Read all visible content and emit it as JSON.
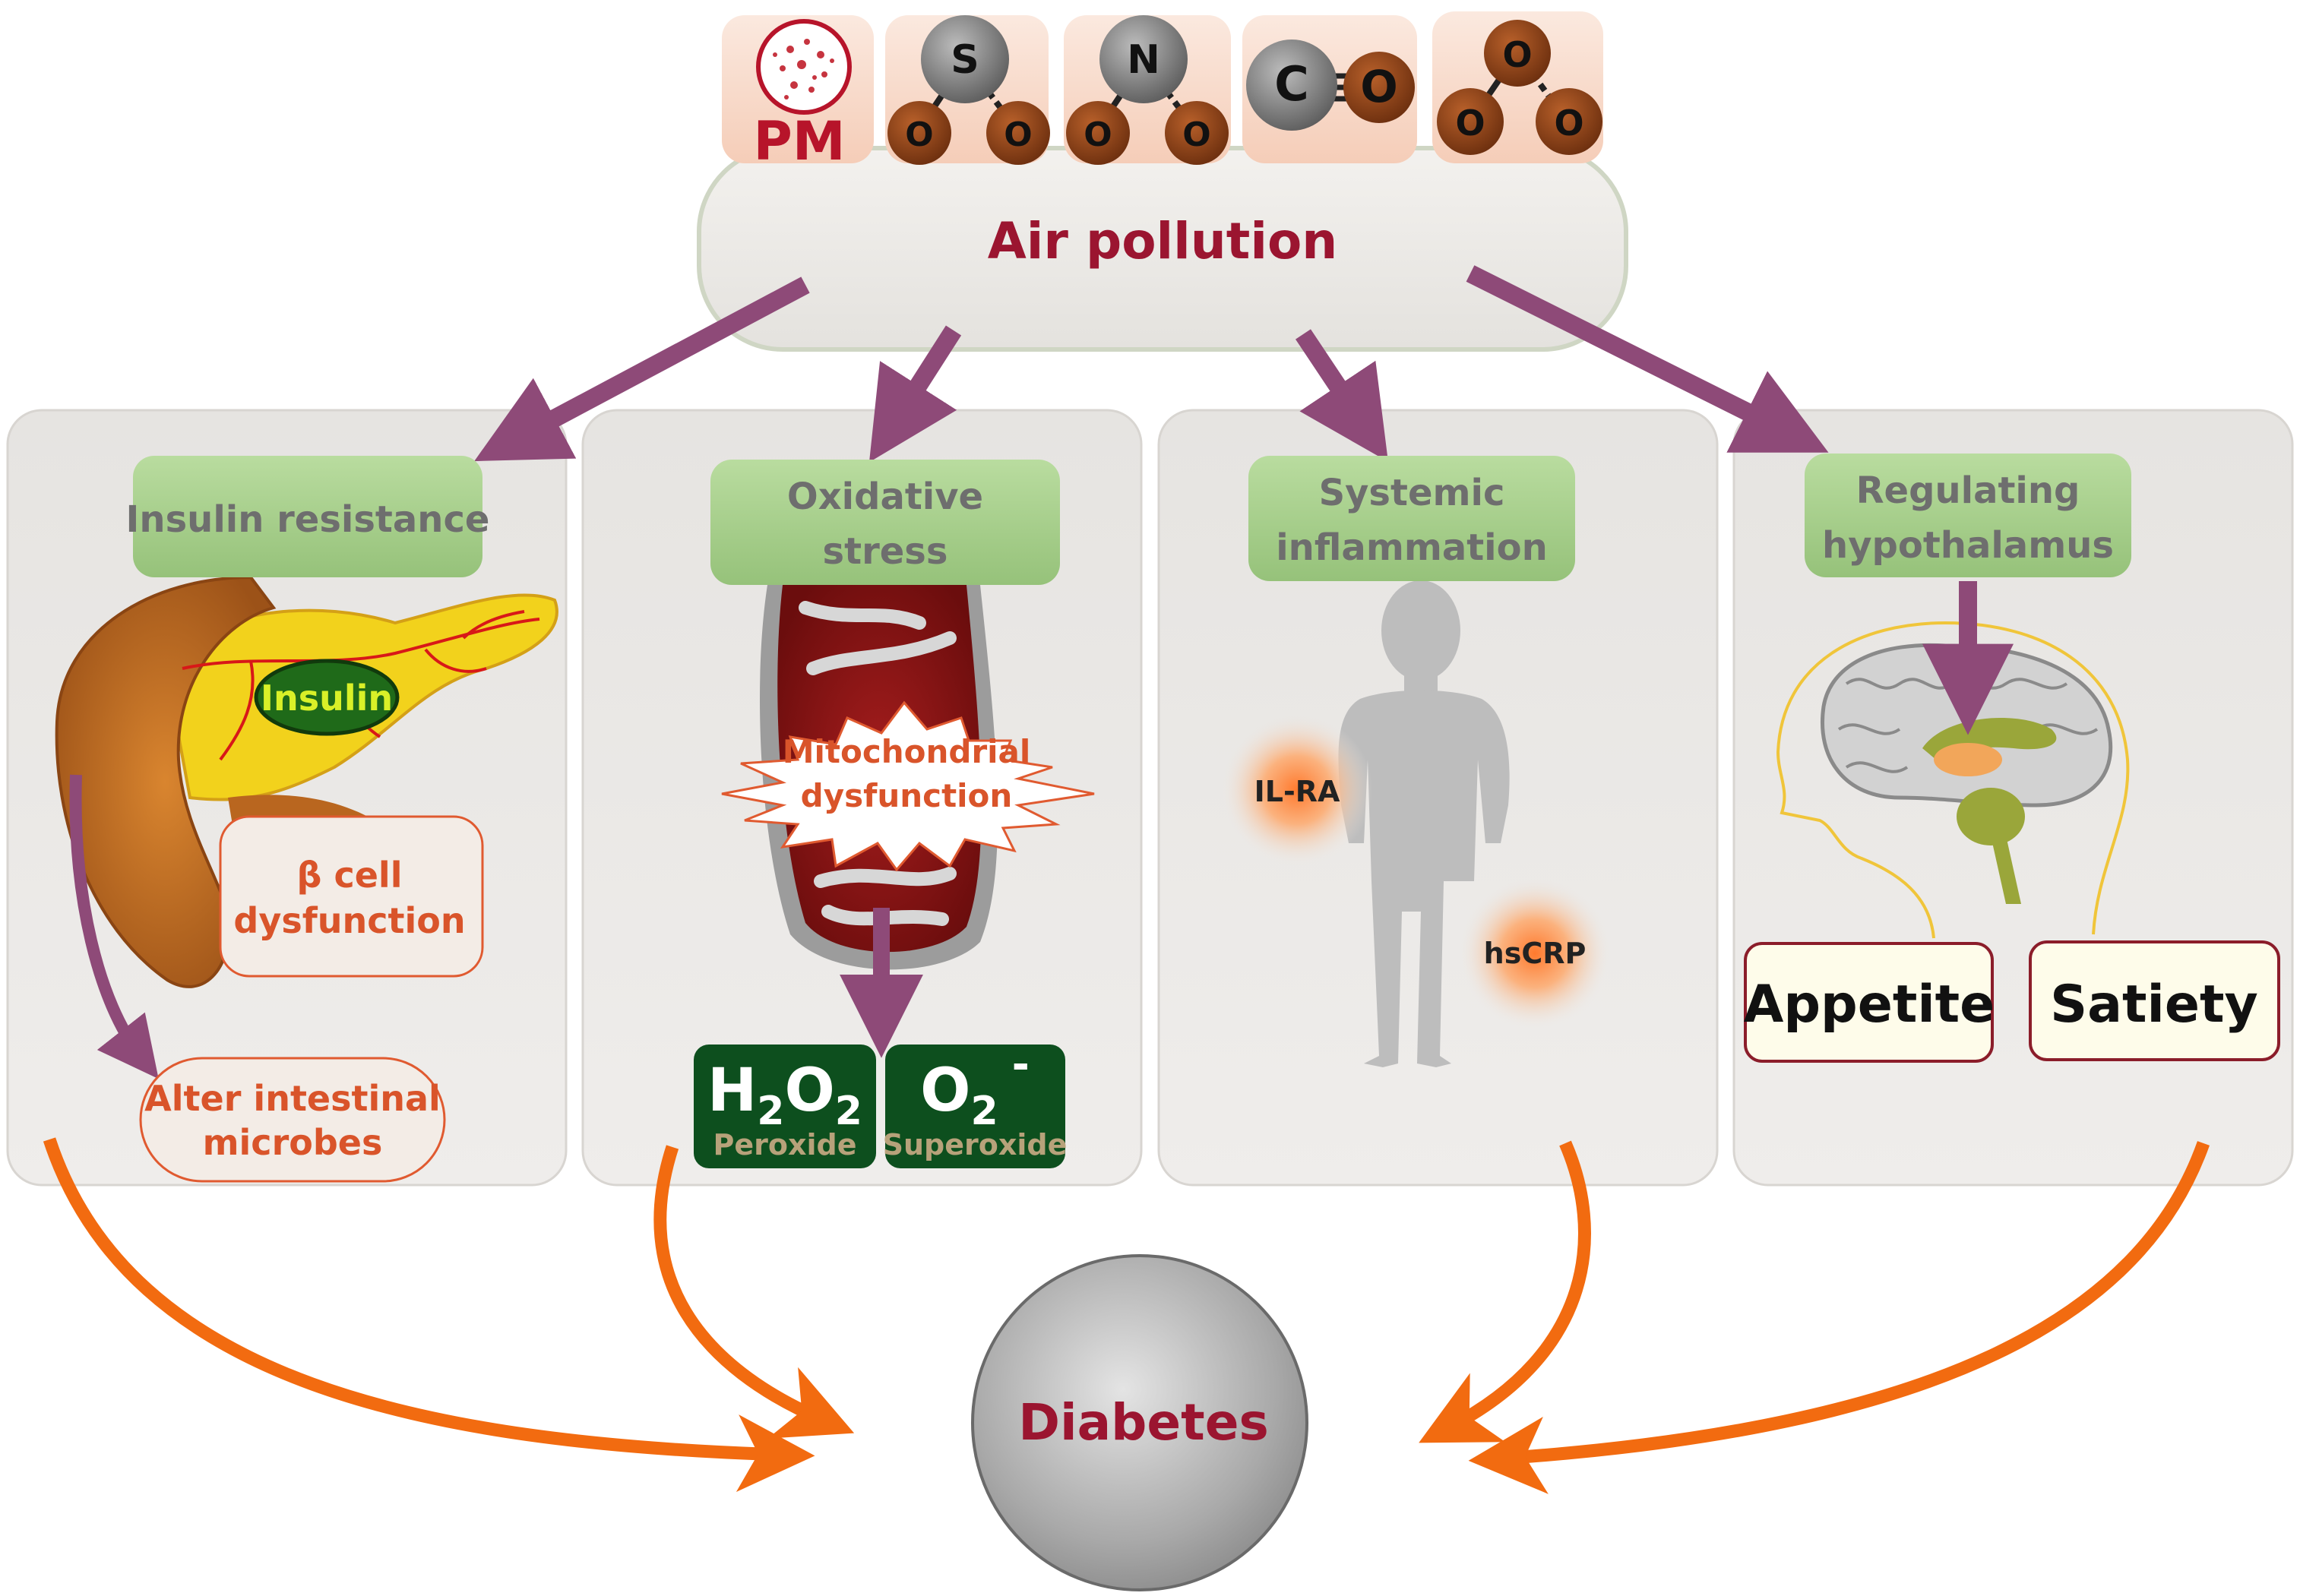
{
  "pollutants": {
    "pm": "PM",
    "so2": {
      "center": "S",
      "a": "O",
      "b": "O"
    },
    "no2": {
      "center": "N",
      "a": "O",
      "b": "O"
    },
    "co": {
      "a": "C",
      "b": "O"
    },
    "o3": {
      "top": "O",
      "a": "O",
      "b": "O"
    }
  },
  "hub": {
    "title": "Air pollution"
  },
  "panels": {
    "insulin": {
      "header": "Insulin resistance",
      "insulin_label": "Insulin",
      "beta_line1": "β cell",
      "beta_line2": "dysfunction",
      "microbes_line1": "Alter intestinal",
      "microbes_line2": "microbes"
    },
    "oxidative": {
      "header_line1": "Oxidative",
      "header_line2": "stress",
      "mito_line1": "Mitochondrial",
      "mito_line2": "dysfunction",
      "h2o2": {
        "h": "H",
        "sub1": "2",
        "o": "O",
        "sub2": "2",
        "name": "Peroxide"
      },
      "o2": {
        "o": "O",
        "sub": "2",
        "charge": "-",
        "name": "Superoxide"
      }
    },
    "inflammation": {
      "header_line1": "Systemic",
      "header_line2": "inflammation",
      "marker1": "IL-RA",
      "marker2": "hsCRP"
    },
    "hypothalamus": {
      "header_line1": "Regulating",
      "header_line2": "hypothalamus",
      "appetite": "Appetite",
      "satiety": "Satiety"
    }
  },
  "outcome": {
    "label": "Diabetes"
  },
  "colors": {
    "arrow_purple": "#8e4a78",
    "arrow_orange": "#f26b10",
    "title_red": "#9b1530",
    "label_orange": "#d9542a",
    "header_green": "#a8cf8e",
    "panel_bg": "#ebe9e6",
    "dark_green": "#0d4f1e"
  }
}
